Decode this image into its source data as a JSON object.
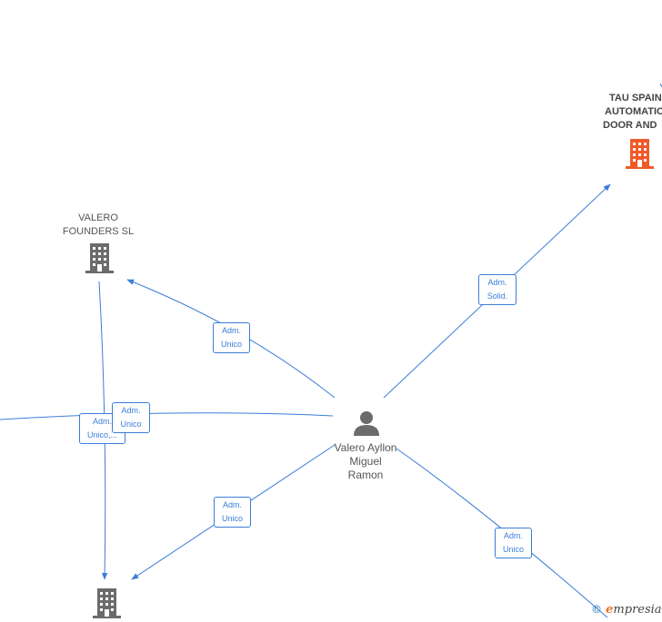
{
  "nodes": {
    "tau": {
      "lines": [
        "TAU SPAIN",
        "AUTOMATIC",
        "DOOR AND"
      ],
      "icon": "building-icon",
      "color": "#f05a28"
    },
    "valero_founders": {
      "lines": [
        "VALERO",
        "FOUNDERS SL"
      ],
      "icon": "building-icon",
      "color": "#6b6b6b"
    },
    "person": {
      "lines": [
        "Valero Ayllon",
        "Miguel",
        "Ramon"
      ],
      "icon": "person-icon",
      "color": "#6b6b6b"
    },
    "bottom_company": {
      "icon": "building-icon",
      "color": "#6b6b6b"
    }
  },
  "edges": {
    "tau": {
      "line1": "Adm.",
      "line2": "Solid."
    },
    "valero_founders": {
      "line1": "Adm.",
      "line2": "Unico"
    },
    "left": {
      "line1": "Adm.",
      "line2": "Unico"
    },
    "founders_bottom": {
      "line1": "Adm.",
      "line2": "Unico,..."
    },
    "bottom_company": {
      "line1": "Adm.",
      "line2": "Unico"
    },
    "bottom_right": {
      "line1": "Adm.",
      "line2": "Unico"
    }
  },
  "brand": {
    "copyright": "©",
    "e": "e",
    "rest": "mpresia"
  },
  "colors": {
    "edge": "#3b7dd8"
  }
}
